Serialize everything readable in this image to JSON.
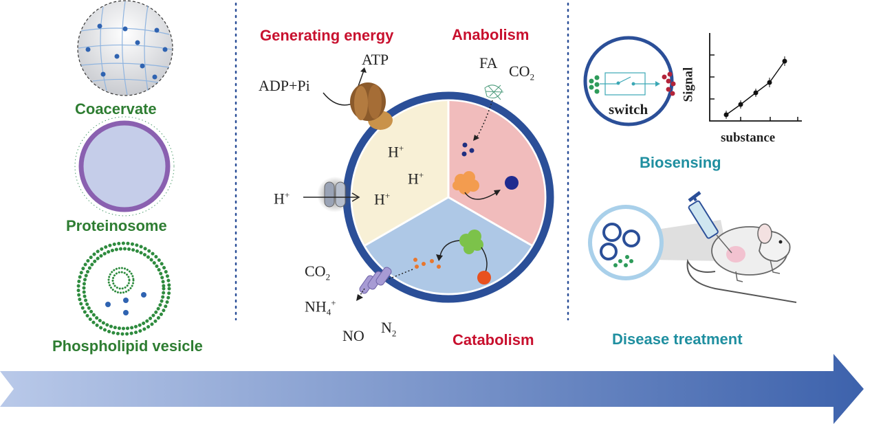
{
  "left": {
    "coacervate": "Coacervate",
    "proteinosome": "Proteinosome",
    "phospholipid": "Phospholipid vesicle"
  },
  "middle": {
    "generating_energy": "Generating energy",
    "anabolism": "Anabolism",
    "catabolism": "Catabolism",
    "adp_pi": "ADP+Pi",
    "atp": "ATP",
    "fa": "FA",
    "co2_top": "CO",
    "h_plus": "H",
    "h_plus_2": "H",
    "h_plus_3": "H",
    "h_plus_outer": "H",
    "co2_bottom": "CO",
    "nh4": "NH",
    "no": "NO",
    "n2": "N",
    "sub2": "2",
    "sub4": "4",
    "plus": "+"
  },
  "right": {
    "switch": "switch",
    "signal": "Signal",
    "substance": "substance",
    "biosensing": "Biosensing",
    "disease_treatment": "Disease treatment"
  },
  "colors": {
    "arrow_start": "#b6c7e8",
    "arrow_end": "#3f63ad",
    "ring": "#2b4f98",
    "energy_sector": "#f8f0d6",
    "anabolism_sector": "#f1bcbc",
    "catabolism_sector": "#aec8e6"
  },
  "icons": [
    "atp-synthase-icon",
    "membrane-channel-icon",
    "transporter-icon",
    "enzyme-icon",
    "syringe-icon",
    "mouse-icon"
  ]
}
